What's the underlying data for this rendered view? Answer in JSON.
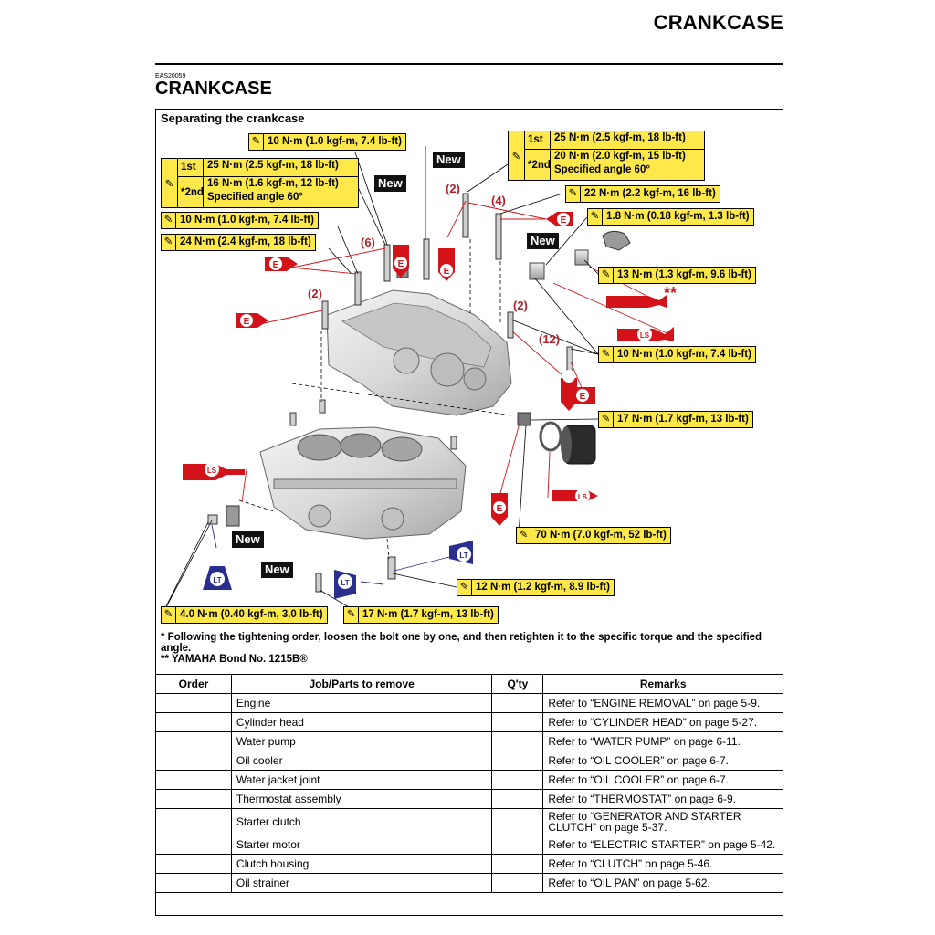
{
  "header": {
    "running_title": "CRANKCASE",
    "section_code": "EAS20059",
    "section_title": "CRANKCASE"
  },
  "diagram": {
    "title": "Separating the crankcase",
    "torques": {
      "t10a": "10 N·m (1.0 kgf-m, 7.4 lb-ft)",
      "left_two_step": {
        "step1": "1st",
        "val1": "25 N·m (2.5 kgf-m, 18 lb-ft)",
        "step2": "*2nd",
        "val2a": "16 N·m (1.6 kgf-m, 12 lb-ft)",
        "val2b": "Specified angle 60°"
      },
      "right_two_step": {
        "step1": "1st",
        "val1": "25 N·m (2.5 kgf-m, 18 lb-ft)",
        "step2": "*2nd",
        "val2a": "20 N·m (2.0 kgf-m, 15 lb-ft)",
        "val2b": "Specified angle 60°"
      },
      "t10b": "10 N·m (1.0 kgf-m, 7.4 lb-ft)",
      "t24": "24 N·m (2.4 kgf-m, 18 lb-ft)",
      "t22": "22 N·m (2.2 kgf-m, 16 lb-ft)",
      "t18": "1.8 N·m (0.18 kgf-m, 1.3 lb-ft)",
      "t13": "13 N·m (1.3 kgf-m, 9.6 lb-ft)",
      "t10c": "10 N·m (1.0 kgf-m, 7.4 lb-ft)",
      "t17a": "17 N·m (1.7 kgf-m, 13 lb-ft)",
      "t70": "70 N·m (7.0 kgf-m, 52 lb-ft)",
      "t12": "12 N·m (1.2 kgf-m, 8.9 lb-ft)",
      "t4": "4.0 N·m (0.40 kgf-m, 3.0 lb-ft)",
      "t17b": "17 N·m (1.7 kgf-m, 13 lb-ft)"
    },
    "new_label": "New",
    "quantities": {
      "q2a": "(2)",
      "q4": "(4)",
      "q6": "(6)",
      "q2b": "(2)",
      "q2c": "(2)",
      "q12": "(12)"
    },
    "symbols": {
      "engine_oil": "E",
      "lithium_grease": "LS",
      "locking_agent": "LT",
      "bond_mark": "**"
    },
    "colors": {
      "torque_bg": "#ffe94a",
      "engine_oil_red": "#d4121a",
      "locking_agent_blue": "#2a2f8f"
    }
  },
  "notes": {
    "line1": "* Following the tightening order, loosen the bolt one by one, and then retighten it to the specific torque and the specified angle.",
    "line2": "** YAMAHA Bond No. 1215B®"
  },
  "table": {
    "headers": [
      "Order",
      "Job/Parts to remove",
      "Q'ty",
      "Remarks"
    ],
    "rows": [
      {
        "order": "",
        "part": "Engine",
        "qty": "",
        "remarks": "Refer to “ENGINE REMOVAL” on page 5-9."
      },
      {
        "order": "",
        "part": "Cylinder head",
        "qty": "",
        "remarks": "Refer to “CYLINDER HEAD” on page 5-27."
      },
      {
        "order": "",
        "part": "Water pump",
        "qty": "",
        "remarks": "Refer to “WATER PUMP” on page 6-11."
      },
      {
        "order": "",
        "part": "Oil cooler",
        "qty": "",
        "remarks": "Refer to “OIL COOLER” on page 6-7."
      },
      {
        "order": "",
        "part": "Water jacket joint",
        "qty": "",
        "remarks": "Refer to “OIL COOLER” on page 6-7."
      },
      {
        "order": "",
        "part": "Thermostat assembly",
        "qty": "",
        "remarks": "Refer to “THERMOSTAT” on page 6-9."
      },
      {
        "order": "",
        "part": "Starter clutch",
        "qty": "",
        "remarks": "Refer to “GENERATOR AND STARTER CLUTCH” on page 5-37."
      },
      {
        "order": "",
        "part": "Starter motor",
        "qty": "",
        "remarks": "Refer to “ELECTRIC STARTER” on page 5-42."
      },
      {
        "order": "",
        "part": "Clutch housing",
        "qty": "",
        "remarks": "Refer to “CLUTCH” on page 5-46."
      },
      {
        "order": "",
        "part": "Oil strainer",
        "qty": "",
        "remarks": "Refer to “OIL PAN” on page 5-62."
      }
    ]
  }
}
